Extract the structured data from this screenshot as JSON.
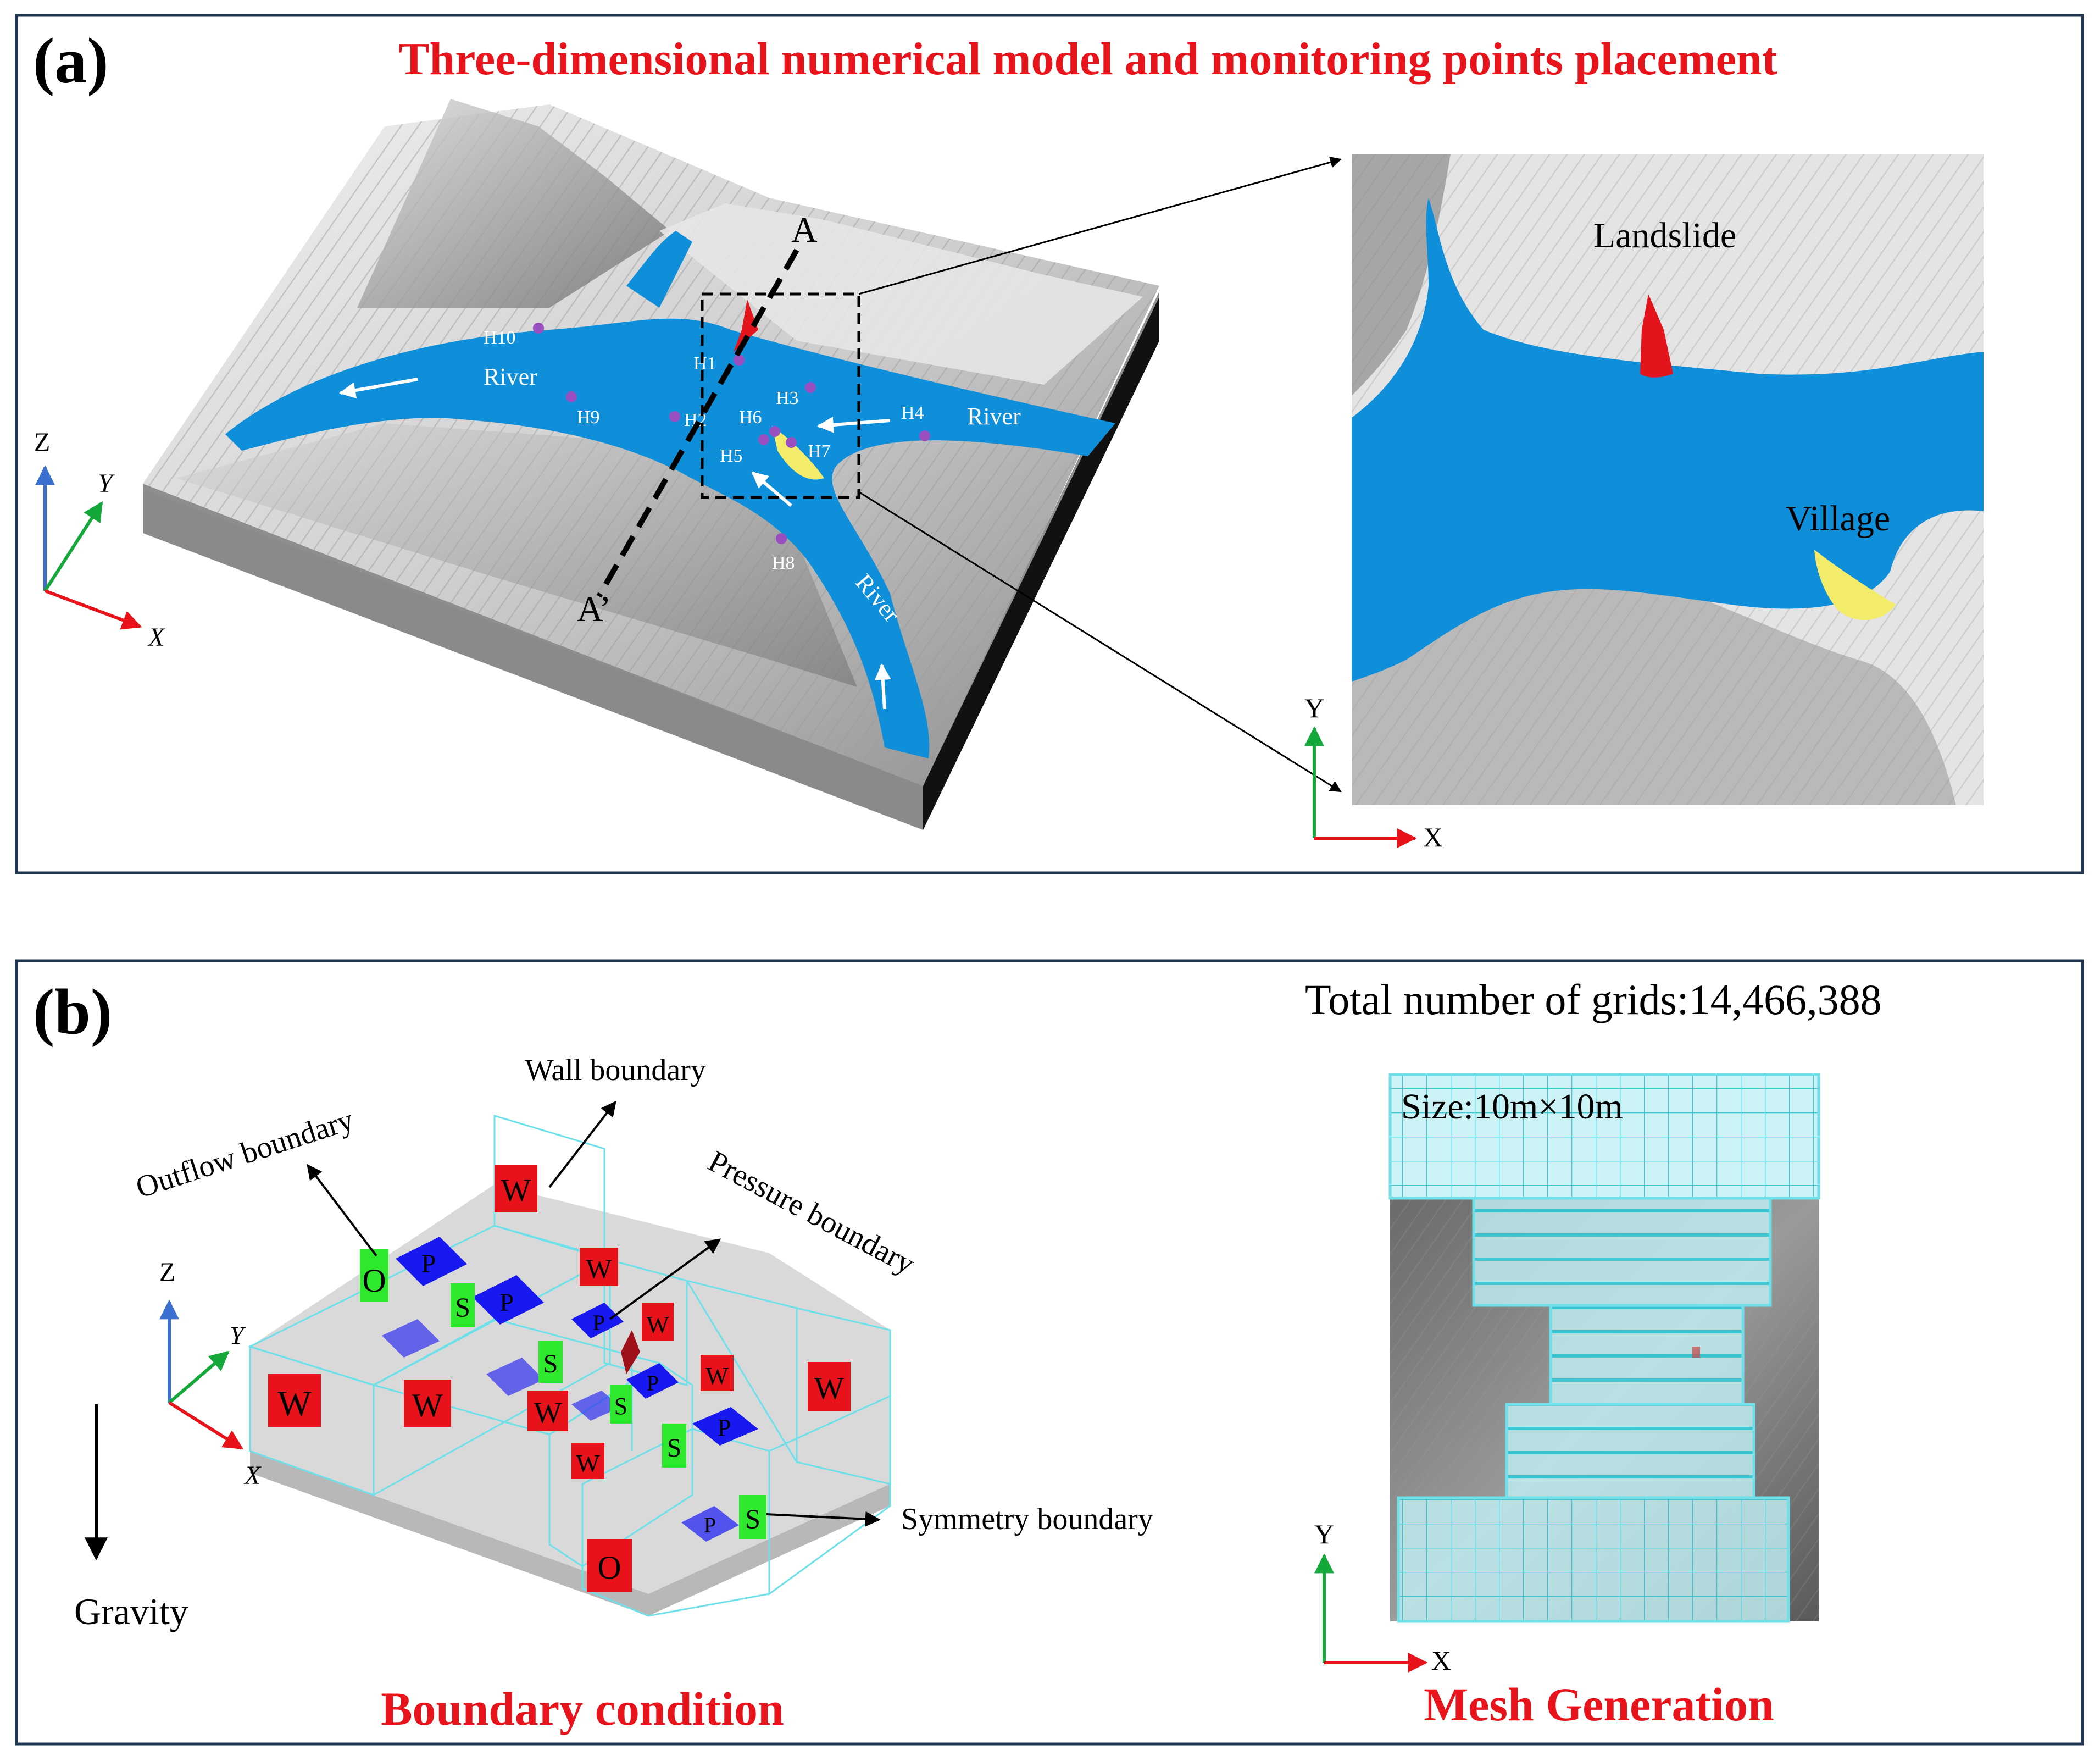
{
  "panel_a": {
    "label": "(a)",
    "title": "Three-dimensional numerical model and monitoring points placement",
    "section_top": "A",
    "section_bottom": "A’",
    "axis_z": "Z",
    "axis_y": "Y",
    "axis_x": "X",
    "river_labels": [
      "River",
      "River",
      "River"
    ],
    "monitoring_points": [
      "H1",
      "H2",
      "H3",
      "H4",
      "H5",
      "H6",
      "H7",
      "H8",
      "H9",
      "H10"
    ],
    "inset": {
      "landslide_label": "Landslide",
      "village_label": "Village",
      "axis_y": "Y",
      "axis_x": "X"
    }
  },
  "panel_b": {
    "label": "(b)",
    "boundary_labels": {
      "wall": "Wall boundary",
      "outflow": "Outflow boundary",
      "pressure": "Pressure boundary",
      "symmetry": "Symmetry boundary"
    },
    "axis_z": "Z",
    "axis_y": "Y",
    "axis_x": "X",
    "gravity_label": "Gravity",
    "boundary_caption": "Boundary condition",
    "grid_total": "Total number of grids:14,466,388",
    "grid_size": "Size:10m×10m",
    "mesh_axis_y": "Y",
    "mesh_axis_x": "X",
    "mesh_caption": "Mesh Generation"
  },
  "colors": {
    "title_red": "#e8141b",
    "river_blue": "#0f8fd9",
    "landslide_red": "#e3141b",
    "village_yellow": "#f2ec6a",
    "wall_red": "#e8121a",
    "pressure_blue": "#1818f0",
    "symmetry_green": "#2ee82e",
    "mesh_cyan": "#7ee0e8",
    "point_purple": "#9a4fc0"
  }
}
